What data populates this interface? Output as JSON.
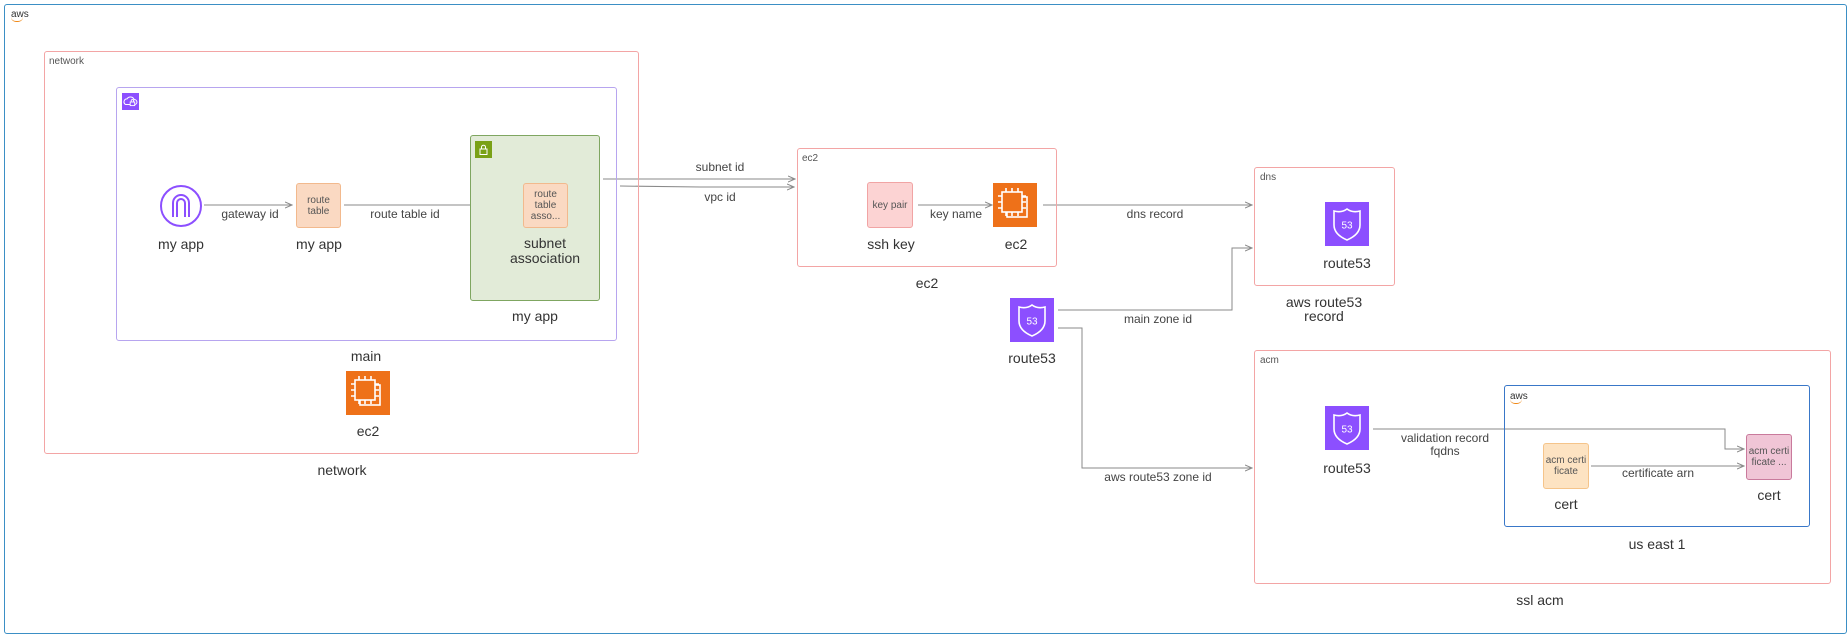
{
  "colors": {
    "outer_border": "#3b8fc5",
    "group_border": "#f3a5a5",
    "vpc_border": "#b7a5ef",
    "subnet_fill": "#e2ebd8",
    "subnet_border": "#7fa661",
    "region_border": "#3977c8",
    "ec2_orange": "#ee7119",
    "route53_purple": "#8c4fff",
    "route_table_fill": "#fad9c2",
    "key_pair_fill": "#fcd3d3",
    "acm_fill": "#fde3c2",
    "acm_cert_fill": "#f0c5d6",
    "wire": "#8a8a8a"
  },
  "outer": {
    "label": "aws",
    "icon": "aws-smile-icon"
  },
  "network_group": {
    "title": "network",
    "caption": "network",
    "vpc": {
      "icon": "vpc-lock-icon",
      "caption": "main"
    },
    "internet_gateway": {
      "icon": "internet-gateway-icon",
      "label": "my app"
    },
    "route_table": {
      "text": "route table",
      "label": "my app"
    },
    "subnet": {
      "icon": "subnet-lock-icon",
      "caption": "my app"
    },
    "route_table_assoc": {
      "text": "route table asso...",
      "label": "subnet association"
    },
    "ec2": {
      "icon": "ec2-chip-icon",
      "label": "ec2"
    },
    "edges": {
      "gateway_id": "gateway id",
      "route_table_id": "route table id"
    }
  },
  "ec2_group": {
    "title": "ec2",
    "caption": "ec2",
    "key_pair": {
      "text": "key pair",
      "label": "ssh key"
    },
    "ec2": {
      "icon": "ec2-chip-icon",
      "label": "ec2"
    },
    "edges": {
      "key_name": "key name"
    }
  },
  "between_edges": {
    "subnet_id": "subnet id",
    "vpc_id": "vpc id",
    "dns_record": "dns record",
    "main_zone_id": "main zone id",
    "aws_route53_zone_id": "aws route53 zone id"
  },
  "route53_standalone": {
    "icon": "route53-shield-icon",
    "label": "route53"
  },
  "dns_group": {
    "title": "dns",
    "caption": "aws route53 record",
    "route53": {
      "icon": "route53-shield-icon",
      "label": "route53"
    }
  },
  "acm_group": {
    "title": "acm",
    "caption": "ssl acm",
    "route53": {
      "icon": "route53-shield-icon",
      "label": "route53"
    },
    "region": {
      "logo": "aws",
      "caption": "us east 1"
    },
    "acm_cert": {
      "text": "acm certificate",
      "label": "cert"
    },
    "acm_validation": {
      "text": "acm certificate ...",
      "label": "cert"
    },
    "edges": {
      "validation_record_fqdns": "validation record fqdns",
      "certificate_arn": "certificate arn"
    }
  }
}
